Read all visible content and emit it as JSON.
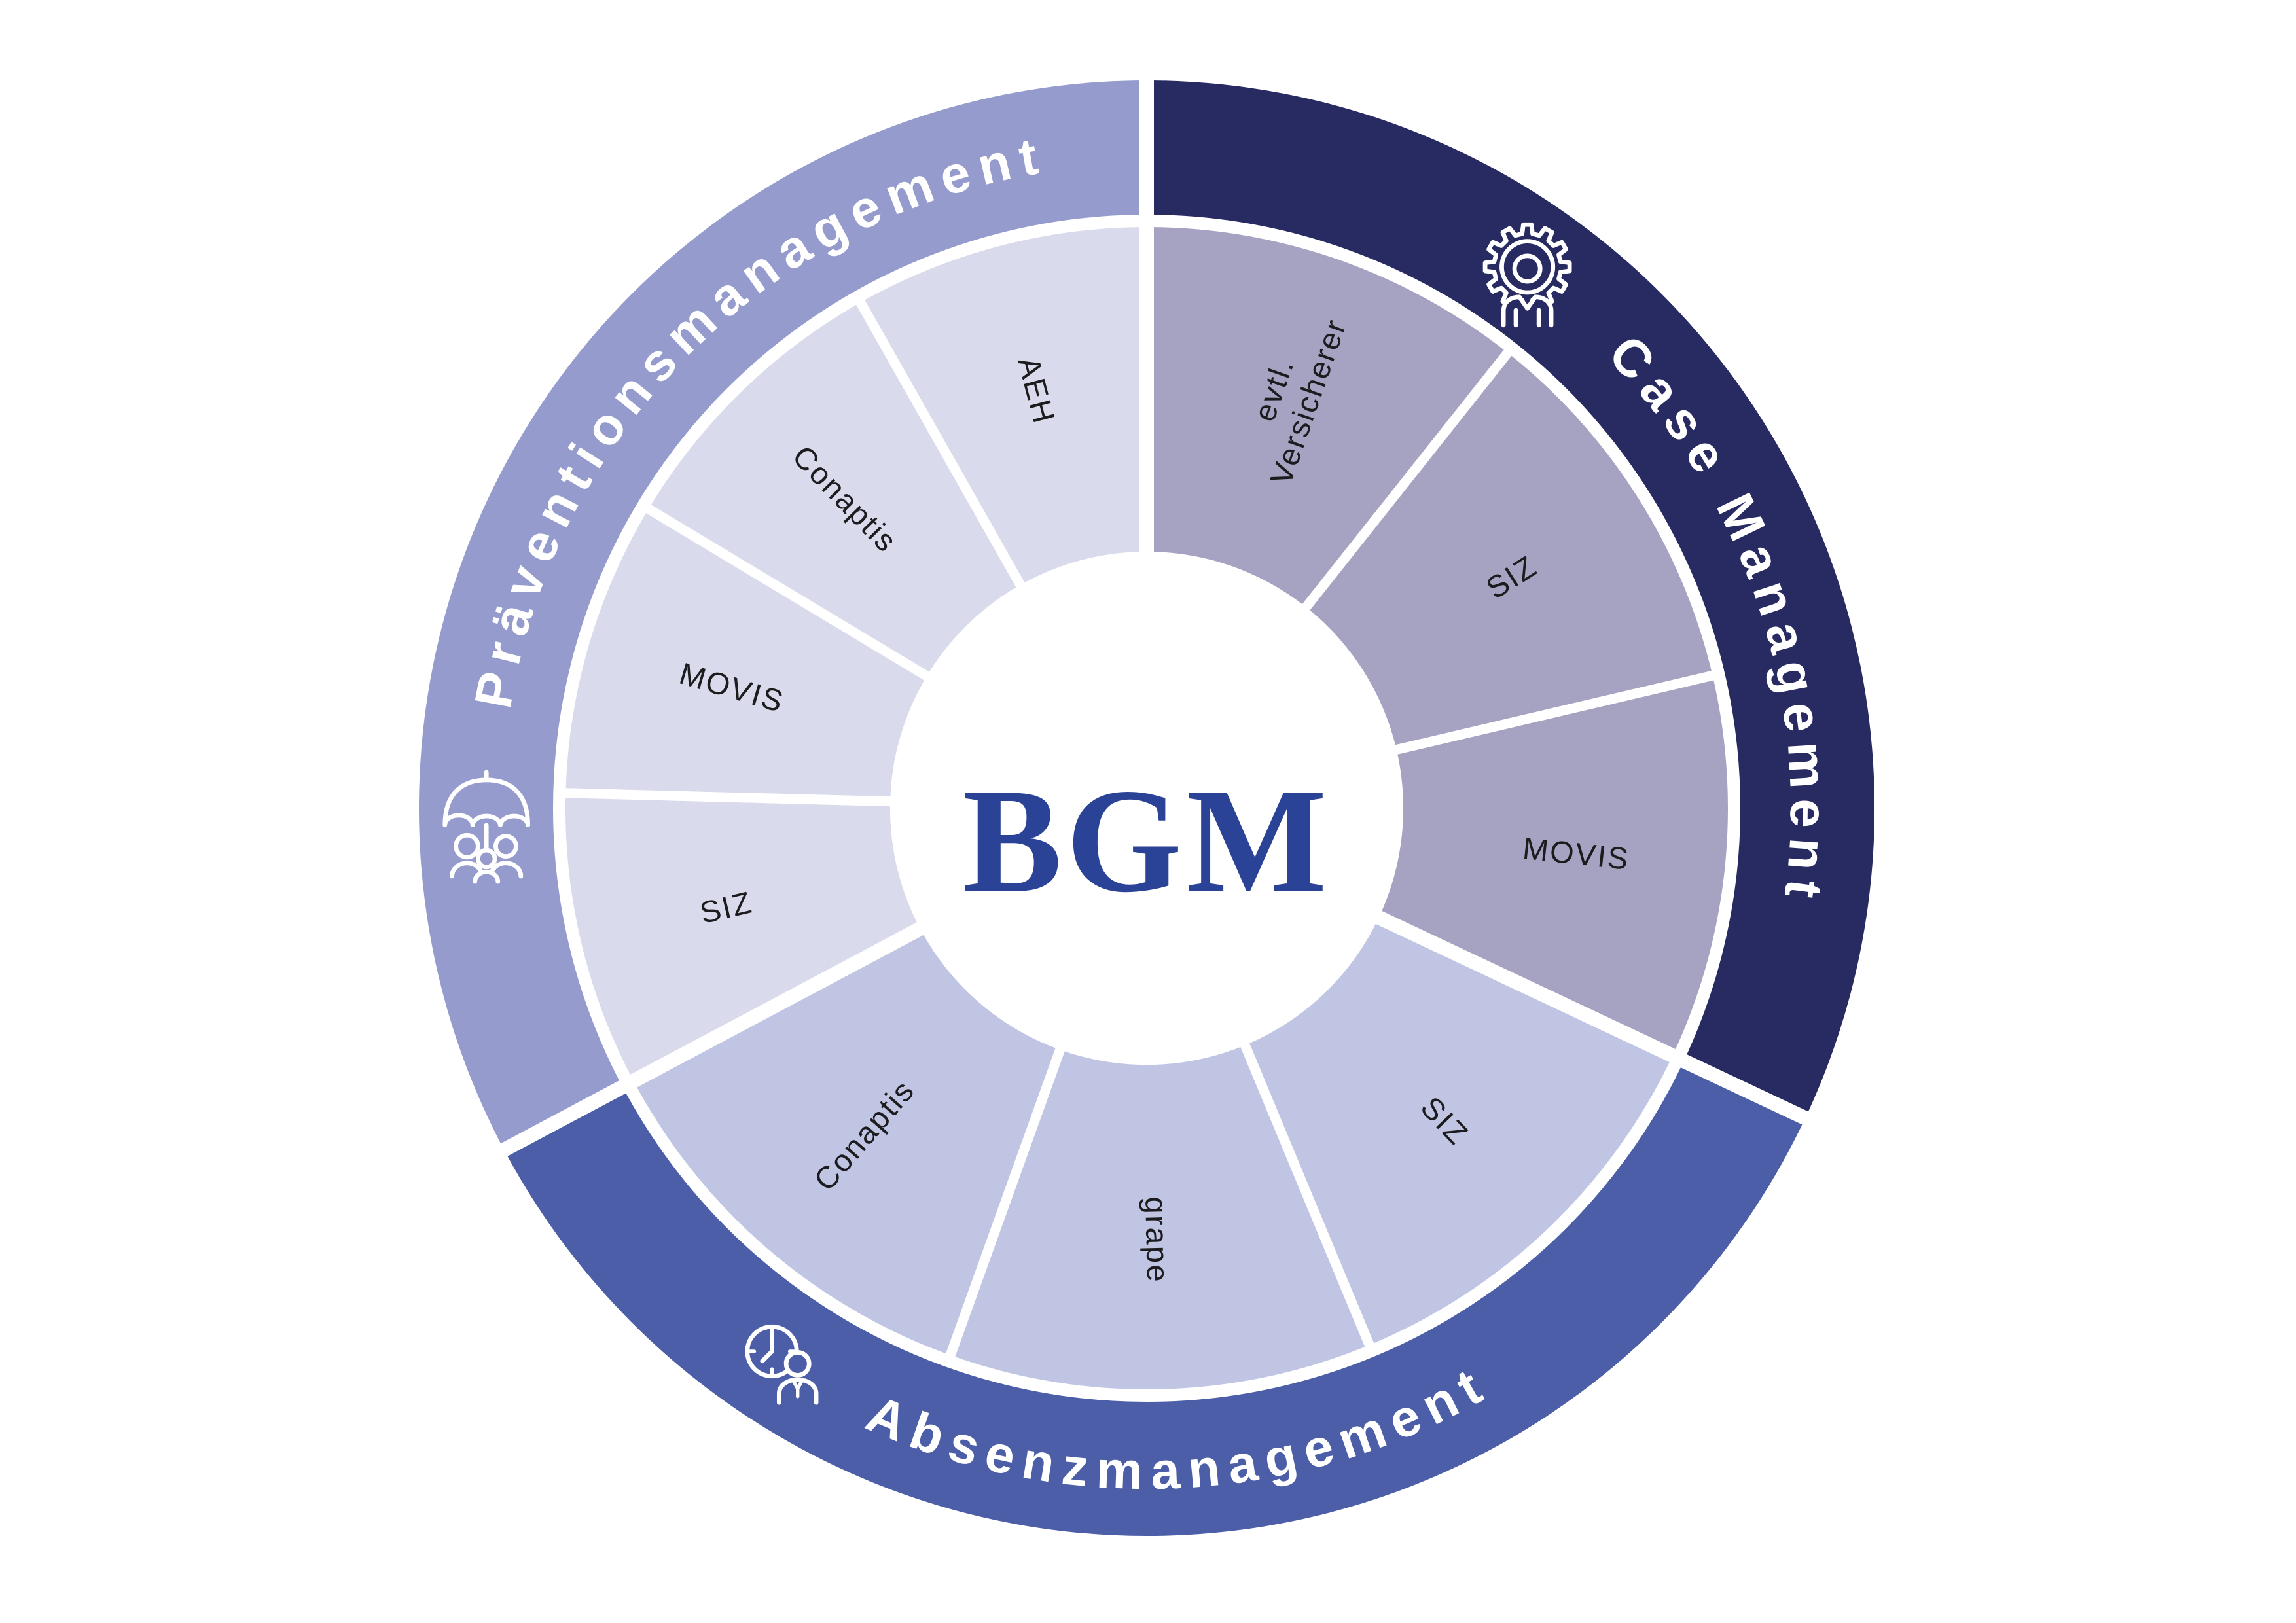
{
  "page": {
    "background": "#ffffff"
  },
  "center": {
    "label": "BGM",
    "color": "#2b4396"
  },
  "chart_data": {
    "type": "sunburst",
    "title": "BGM",
    "description_rings": [
      "outer ring: management domains",
      "inner ring: provider segments"
    ],
    "legend_position": "none",
    "groups": [
      {
        "label": "Case Management",
        "icon": "gear-person-icon",
        "outer_color": "#282a62",
        "inner_color": "#a6a2c2",
        "start_angle": 0,
        "end_angle": 115.2,
        "icon_angle": 35.2,
        "label_arc": {
          "start": 32,
          "end": 112,
          "flipped": false
        },
        "segments": [
          "evtl.\nVersicherer",
          "SIZ",
          "MOVIS"
        ]
      },
      {
        "label": "Absenzmanagement",
        "icon": "clock-person-icon",
        "outer_color": "#4c5ea7",
        "inner_color": "#c1c5e4",
        "start_angle": 115.2,
        "end_angle": 242,
        "icon_angle": 213,
        "label_arc": {
          "start": 219,
          "end": 135,
          "flipped": true
        },
        "segments": [
          "SIZ",
          "grape",
          "Conaptis"
        ]
      },
      {
        "label": "Präventionsmanagement",
        "icon": "umbrella-family-icon",
        "outer_color": "#959ccd",
        "inner_color": "#d9dbec",
        "start_angle": 242,
        "end_angle": 360,
        "icon_angle": 269,
        "label_arc": {
          "start": 272,
          "end": 358,
          "flipped": false
        },
        "segments": [
          "SIZ",
          "MOVIS",
          "Conaptis",
          "AEH"
        ]
      }
    ],
    "styles": {
      "divider_color": "#ffffff",
      "segment_label_color": "#1c1c1e",
      "group_label_color": "#ffffff"
    }
  }
}
